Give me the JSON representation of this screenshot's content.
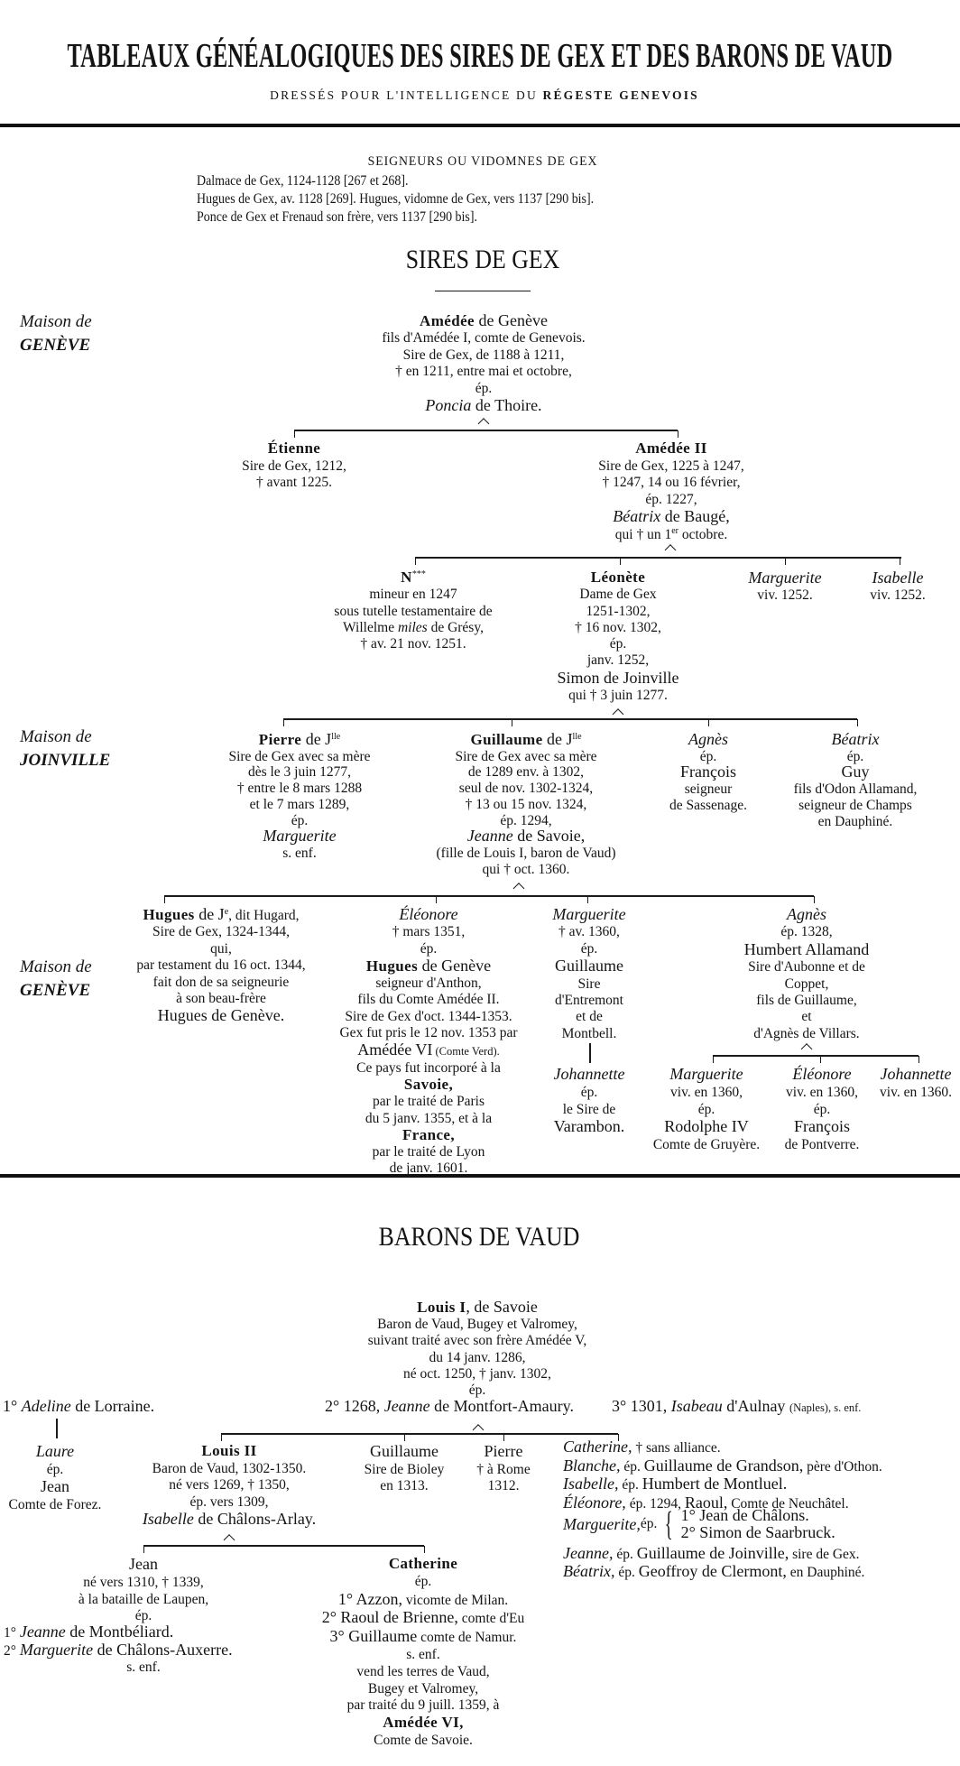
{
  "header": {
    "title": "TABLEAUX GÉNÉALOGIQUES DES SIRES DE GEX ET DES BARONS DE VAUD",
    "subtitle_a": "DRESSÉS POUR L'INTELLIGENCE DU ",
    "subtitle_b": "RÉGESTE GENEVOIS"
  },
  "seigneurs": {
    "heading": "SEIGNEURS OU VIDOMNES DE GEX",
    "lines": [
      "Dalmace de Gex, 1124-1128 [267 et 268].",
      "Hugues de Gex, av. 1128 [269]. Hugues, vidomne de Gex, vers 1137 [290 bis].",
      "Ponce de Gex et Frenaud son frère, vers 1137 [290 bis]."
    ]
  },
  "houses": {
    "maison_de": "Maison de",
    "geneve": "GENÈVE",
    "joinville": "JOINVILLE"
  },
  "gex": {
    "heading": "SIRES DE GEX",
    "amedee": [
      [
        {
          "t": "Amédée",
          "s": "b"
        },
        {
          "t": " de Genève",
          "s": "lg"
        }
      ],
      [
        "fils d'Amédée I, comte de Genevois."
      ],
      [
        "Sire de Gex, de 1188 à 1211,"
      ],
      [
        "† en 1211, entre mai et octobre,"
      ],
      [
        "ép."
      ],
      [
        {
          "t": "Poncia",
          "s": "il"
        },
        {
          "t": " de Thoire.",
          "s": "lg"
        }
      ]
    ],
    "etienne": [
      [
        {
          "t": "Étienne",
          "s": "b"
        }
      ],
      [
        "Sire de Gex, 1212,"
      ],
      [
        "† avant 1225."
      ]
    ],
    "amedee2": [
      [
        {
          "t": "Amédée II",
          "s": "b"
        }
      ],
      [
        "Sire de Gex, 1225 à 1247,"
      ],
      [
        "† 1247, 14 ou 16 février,"
      ],
      [
        "ép. 1227,"
      ],
      [
        {
          "t": "Béatrix",
          "s": "il"
        },
        {
          "t": " de Baugé,",
          "s": "lg"
        }
      ],
      [
        "qui † un 1",
        {
          "t": "er",
          "s": "sup"
        },
        " octobre."
      ]
    ],
    "n": [
      [
        {
          "t": "N",
          "s": "b"
        },
        {
          "t": "***",
          "s": "sup"
        }
      ],
      [
        "mineur en 1247"
      ],
      [
        "sous tutelle testamentaire de"
      ],
      [
        "Willelme ",
        {
          "t": "miles",
          "s": "i"
        },
        " de Grésy,"
      ],
      [
        "† av. 21 nov. 1251."
      ]
    ],
    "leonete": [
      [
        {
          "t": "Léonète",
          "s": "b"
        }
      ],
      [
        "Dame de Gex"
      ],
      [
        "1251-1302,"
      ],
      [
        "† 16 nov. 1302,"
      ],
      [
        "ép."
      ],
      [
        "janv. 1252,"
      ],
      [
        {
          "t": "Simon de Joinville",
          "s": "lg"
        }
      ],
      [
        "qui † 3 juin 1277."
      ]
    ],
    "marguerite1": [
      [
        {
          "t": "Marguerite",
          "s": "il"
        }
      ],
      [
        "viv. 1252."
      ]
    ],
    "isabelle1": [
      [
        {
          "t": "Isabelle",
          "s": "il"
        }
      ],
      [
        "viv. 1252."
      ]
    ],
    "pierre": [
      [
        {
          "t": "Pierre",
          "s": "b"
        },
        {
          "t": " de J",
          "s": "lg"
        },
        {
          "t": "lle",
          "s": "sup"
        }
      ],
      [
        "Sire de Gex avec sa mère"
      ],
      [
        "dès le 3 juin 1277,"
      ],
      [
        "† entre le 8 mars 1288"
      ],
      [
        "et le 7 mars 1289,"
      ],
      [
        "ép."
      ],
      [
        {
          "t": "Marguerite",
          "s": "il"
        }
      ],
      [
        "s. enf."
      ]
    ],
    "guillaume": [
      [
        {
          "t": "Guillaume",
          "s": "b"
        },
        {
          "t": " de J",
          "s": "lg"
        },
        {
          "t": "lle",
          "s": "sup"
        }
      ],
      [
        "Sire de Gex avec sa mère"
      ],
      [
        "de 1289 env. à 1302,"
      ],
      [
        "seul de nov. 1302-1324,"
      ],
      [
        "† 13 ou 15 nov. 1324,"
      ],
      [
        "ép. 1294,"
      ],
      [
        {
          "t": "Jeanne",
          "s": "il"
        },
        {
          "t": " de Savoie,",
          "s": "lg"
        }
      ],
      [
        "(fille de Louis I, baron de Vaud)"
      ],
      [
        "qui † oct. 1360."
      ]
    ],
    "agnes1": [
      [
        {
          "t": "Agnès",
          "s": "il"
        }
      ],
      [
        "ép."
      ],
      [
        {
          "t": "François",
          "s": "lg"
        }
      ],
      [
        "seigneur"
      ],
      [
        "de Sassenage."
      ]
    ],
    "beatrix1": [
      [
        {
          "t": "Béatrix",
          "s": "il"
        }
      ],
      [
        "ép."
      ],
      [
        {
          "t": "Guy",
          "s": "lg"
        }
      ],
      [
        "fils d'Odon Allamand,"
      ],
      [
        "seigneur de Champs"
      ],
      [
        "en Dauphiné."
      ]
    ],
    "hugues": [
      [
        {
          "t": "Hugues",
          "s": "b"
        },
        {
          "t": " de J",
          "s": "lg"
        },
        {
          "t": "e",
          "s": "sup"
        },
        ", dit Hugard,"
      ],
      [
        "Sire de Gex, 1324-1344,"
      ],
      [
        "qui,"
      ],
      [
        "par testament du 16 oct. 1344,"
      ],
      [
        "fait don de sa seigneurie"
      ],
      [
        "à son beau-frère"
      ],
      [
        {
          "t": "Hugues de Genève.",
          "s": "lg"
        }
      ]
    ],
    "eleonore2": [
      [
        {
          "t": "Éléonore",
          "s": "il"
        }
      ],
      [
        "† mars 1351,"
      ],
      [
        "ép."
      ],
      [
        {
          "t": "Hugues",
          "s": "b"
        },
        {
          "t": " de Genève",
          "s": "lg"
        }
      ],
      [
        "seigneur d'Anthon,"
      ],
      [
        "fils du Comte Amédée II."
      ],
      [
        "Sire de Gex d'oct. 1344-1353."
      ],
      [
        "Gex fut pris le 12 nov. 1353 par"
      ],
      [
        {
          "t": "Amédée VI",
          "s": "lg"
        },
        {
          "t": " (Comte Verd).",
          "s": "sm"
        }
      ],
      [
        "Ce pays fut incorporé à la"
      ],
      [
        {
          "t": "Savoie,",
          "s": "b"
        }
      ],
      [
        "par le traité de Paris"
      ],
      [
        "du 5 janv. 1355, et à la"
      ],
      [
        {
          "t": "France,",
          "s": "b"
        }
      ],
      [
        "par le traité de Lyon"
      ],
      [
        "de janv. 1601."
      ]
    ],
    "marguerite2": [
      [
        {
          "t": "Marguerite",
          "s": "il"
        }
      ],
      [
        "† av. 1360,"
      ],
      [
        "ép."
      ],
      [
        {
          "t": "Guillaume",
          "s": "lg"
        }
      ],
      [
        "Sire"
      ],
      [
        "d'Entremont"
      ],
      [
        "et de"
      ],
      [
        "Montbell."
      ]
    ],
    "johannette1": [
      [
        {
          "t": "Johannette",
          "s": "il"
        }
      ],
      [
        "ép."
      ],
      [
        "le Sire de"
      ],
      [
        {
          "t": "Varambon.",
          "s": "lg"
        }
      ]
    ],
    "agnes2": [
      [
        {
          "t": "Agnès",
          "s": "il"
        }
      ],
      [
        "ép. 1328,"
      ],
      [
        {
          "t": "Humbert Allamand",
          "s": "lg"
        }
      ],
      [
        "Sire d'Aubonne et de"
      ],
      [
        "Coppet,"
      ],
      [
        "fils de Guillaume,"
      ],
      [
        "et"
      ],
      [
        "d'Agnès de Villars."
      ]
    ],
    "marguerite3": [
      [
        {
          "t": "Marguerite",
          "s": "il"
        }
      ],
      [
        "viv. en 1360,"
      ],
      [
        "ép."
      ],
      [
        {
          "t": "Rodolphe IV",
          "s": "lg"
        }
      ],
      [
        "Comte de Gruyère."
      ]
    ],
    "eleonore3": [
      [
        {
          "t": "Éléonore",
          "s": "il"
        }
      ],
      [
        "viv. en 1360,"
      ],
      [
        "ép."
      ],
      [
        {
          "t": "François",
          "s": "lg"
        }
      ],
      [
        "de Pontverre."
      ]
    ],
    "johannette3": [
      [
        {
          "t": "Johannette",
          "s": "il"
        }
      ],
      [
        "viv. en 1360."
      ]
    ]
  },
  "vaud": {
    "heading": "BARONS DE VAUD",
    "louis1": [
      [
        {
          "t": "Louis I",
          "s": "b"
        },
        {
          "t": ", de Savoie",
          "s": "lg"
        }
      ],
      [
        "Baron de Vaud, Bugey et Valromey,"
      ],
      [
        "suivant traité avec son frère Amédée V,"
      ],
      [
        "du 14 janv. 1286,"
      ],
      [
        "né oct. 1250, † janv. 1302,"
      ],
      [
        "ép."
      ]
    ],
    "wife1": [
      [
        "1° ",
        {
          "t": "Adeline",
          "s": "i"
        },
        " de Lorraine."
      ]
    ],
    "wife2": [
      [
        "2° 1268, ",
        {
          "t": "Jeanne",
          "s": "i"
        },
        " de Montfort-Amaury."
      ]
    ],
    "wife3": [
      [
        "3° 1301, ",
        {
          "t": "Isabeau",
          "s": "i"
        },
        " d'Aulnay ",
        {
          "t": "(Naples), s. enf.",
          "s": "sm"
        }
      ]
    ],
    "laure": [
      [
        {
          "t": "Laure",
          "s": "il"
        }
      ],
      [
        "ép."
      ],
      [
        {
          "t": "Jean",
          "s": "lg"
        }
      ],
      [
        "Comte de Forez."
      ]
    ],
    "louis2": [
      [
        {
          "t": "Louis II",
          "s": "b"
        }
      ],
      [
        "Baron de Vaud, 1302-1350."
      ],
      [
        "né vers 1269, † 1350,"
      ],
      [
        "ép. vers 1309,"
      ],
      [
        {
          "t": "Isabelle",
          "s": "il"
        },
        {
          "t": " de Châlons-Arlay.",
          "s": "lg"
        }
      ]
    ],
    "guillaume": [
      [
        {
          "t": "Guillaume",
          "s": "lg"
        }
      ],
      [
        "Sire de Bioley"
      ],
      [
        "en 1313."
      ]
    ],
    "pierre": [
      [
        {
          "t": "Pierre",
          "s": "lg"
        }
      ],
      [
        "† à Rome"
      ],
      [
        "1312."
      ]
    ],
    "sisters_a": [
      [
        {
          "t": "Catherine,",
          "s": "il"
        },
        " † sans alliance."
      ],
      [
        {
          "t": "Blanche,",
          "s": "il"
        },
        " ép. ",
        {
          "t": "Guillaume de Grandson,",
          "s": "lg"
        },
        " père d'Othon."
      ],
      [
        {
          "t": "Isabelle,",
          "s": "il"
        },
        " ép. ",
        {
          "t": "Humbert de Montluel.",
          "s": "lg"
        }
      ],
      [
        {
          "t": "Éléonore,",
          "s": "il"
        },
        " ép. 1294, ",
        {
          "t": "Raoul,",
          "s": "lg"
        },
        " Comte de Neuchâtel."
      ]
    ],
    "sister_marguerite": {
      "name": "Marguerite,",
      "ep": " ép.",
      "brace": "{",
      "spouses": [
        "1° Jean de Châlons.",
        "2° Simon de Saarbruck."
      ]
    },
    "sisters_b": [
      [
        {
          "t": "Jeanne,",
          "s": "il"
        },
        " ép. ",
        {
          "t": "Guillaume de Joinville,",
          "s": "lg"
        },
        " sire de Gex."
      ],
      [
        {
          "t": "Béatrix,",
          "s": "il"
        },
        " ép. ",
        {
          "t": "Geoffroy de Clermont,",
          "s": "lg"
        },
        " en Dauphiné."
      ]
    ],
    "jean": [
      [
        {
          "t": "Jean",
          "s": "lg"
        }
      ],
      [
        "né vers 1310, † 1339,"
      ],
      [
        "à la bataille de Laupen,"
      ],
      [
        "ép."
      ]
    ],
    "jean_wives": [
      [
        "1° ",
        {
          "t": "Jeanne",
          "s": "il"
        },
        {
          "t": " de Montbéliard.",
          "s": "lg"
        }
      ],
      [
        "2° ",
        {
          "t": "Marguerite",
          "s": "il"
        },
        {
          "t": " de Châlons-Auxerre.",
          "s": "lg"
        }
      ]
    ],
    "jean_note": [
      [
        "s. enf."
      ]
    ],
    "catherine": [
      [
        {
          "t": "Catherine",
          "s": "b"
        }
      ],
      [
        "ép."
      ],
      [
        {
          "t": "1° Azzon,",
          "s": "lg"
        },
        " vicomte de Milan."
      ],
      [
        {
          "t": "2° Raoul de Brienne,",
          "s": "lg"
        },
        " comte d'Eu"
      ],
      [
        {
          "t": "3° Guillaume",
          "s": "lg"
        },
        " comte de Namur."
      ],
      [
        "s. enf."
      ],
      [
        "vend les terres de Vaud,"
      ],
      [
        "Bugey et Valromey,"
      ],
      [
        "par traité du 9 juill. 1359, à"
      ],
      [
        {
          "t": "Amédée VI,",
          "s": "b"
        }
      ],
      [
        "Comte de Savoie."
      ]
    ]
  }
}
